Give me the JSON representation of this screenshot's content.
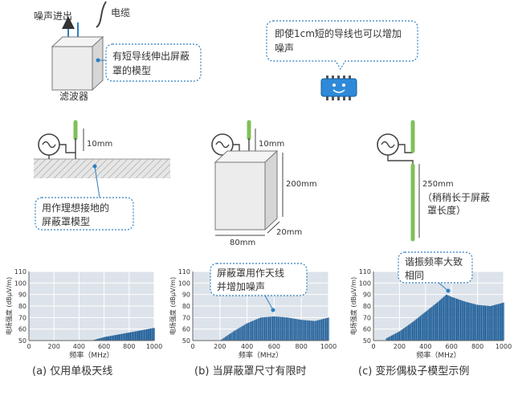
{
  "top": {
    "noise_label": "噪声进出",
    "cable_label": "电缆",
    "filter_label": "滤波器",
    "callout_left": [
      "有短导线伸出屏蔽",
      "罩的模型"
    ],
    "callout_right": [
      "即使1cm短的导线也可以增加",
      "噪声"
    ]
  },
  "models": {
    "a": {
      "dim": "10mm",
      "callout": [
        "用作理想接地的",
        "屏蔽罩模型"
      ]
    },
    "b": {
      "dim_top": "10mm",
      "dim_height": "200mm",
      "dim_width": "80mm",
      "dim_depth": "20mm"
    },
    "c": {
      "dim": [
        "250mm",
        "（稍稍长于屏蔽",
        "罩长度）"
      ]
    }
  },
  "colors": {
    "accent": "#2e7fc0",
    "antenna": "#7fc05a",
    "bar": "#1f5f99",
    "plot_bg": "#dde3ea"
  },
  "chart_data": [
    {
      "type": "bar",
      "xlabel": "频率（MHz）",
      "ylabel": "电场强度 (dBμV/m)",
      "ylim": [
        50,
        110
      ],
      "yticks": [
        50,
        60,
        70,
        80,
        90,
        100,
        110
      ],
      "xticks": [
        0,
        200,
        400,
        600,
        800,
        1000
      ],
      "x": [
        500,
        600,
        700,
        800,
        900,
        1000
      ],
      "values": [
        50,
        53,
        55,
        57,
        59,
        61
      ],
      "caption": "(a)  仅用单极天线",
      "annotation": []
    },
    {
      "type": "bar",
      "xlabel": "频率（MHz）",
      "ylabel": "电场强度 (dBμV/m)",
      "ylim": [
        50,
        110
      ],
      "yticks": [
        50,
        60,
        70,
        80,
        90,
        100,
        110
      ],
      "xticks": [
        0,
        200,
        400,
        600,
        800,
        1000
      ],
      "x": [
        200,
        300,
        400,
        500,
        600,
        700,
        800,
        900,
        1000
      ],
      "values": [
        50,
        58,
        65,
        70,
        71,
        70,
        68,
        67,
        70
      ],
      "caption": "(b)  当屏蔽罩尺寸有限时",
      "annotation": [
        "屏蔽罩用作天线",
        "并增加噪声"
      ]
    },
    {
      "type": "bar",
      "xlabel": "频率（MHz）",
      "ylabel": "电场强度 (dBμV/m)",
      "ylim": [
        50,
        110
      ],
      "yticks": [
        50,
        60,
        70,
        80,
        90,
        100,
        110
      ],
      "xticks": [
        0,
        200,
        400,
        600,
        800,
        1000
      ],
      "x": [
        100,
        200,
        300,
        400,
        500,
        560,
        600,
        700,
        800,
        900,
        1000
      ],
      "values": [
        52,
        58,
        66,
        75,
        84,
        90,
        88,
        84,
        81,
        80,
        83
      ],
      "caption": "(c)  变形偶极子模型示例",
      "annotation": [
        "谐振频率大致",
        "相同"
      ]
    }
  ]
}
